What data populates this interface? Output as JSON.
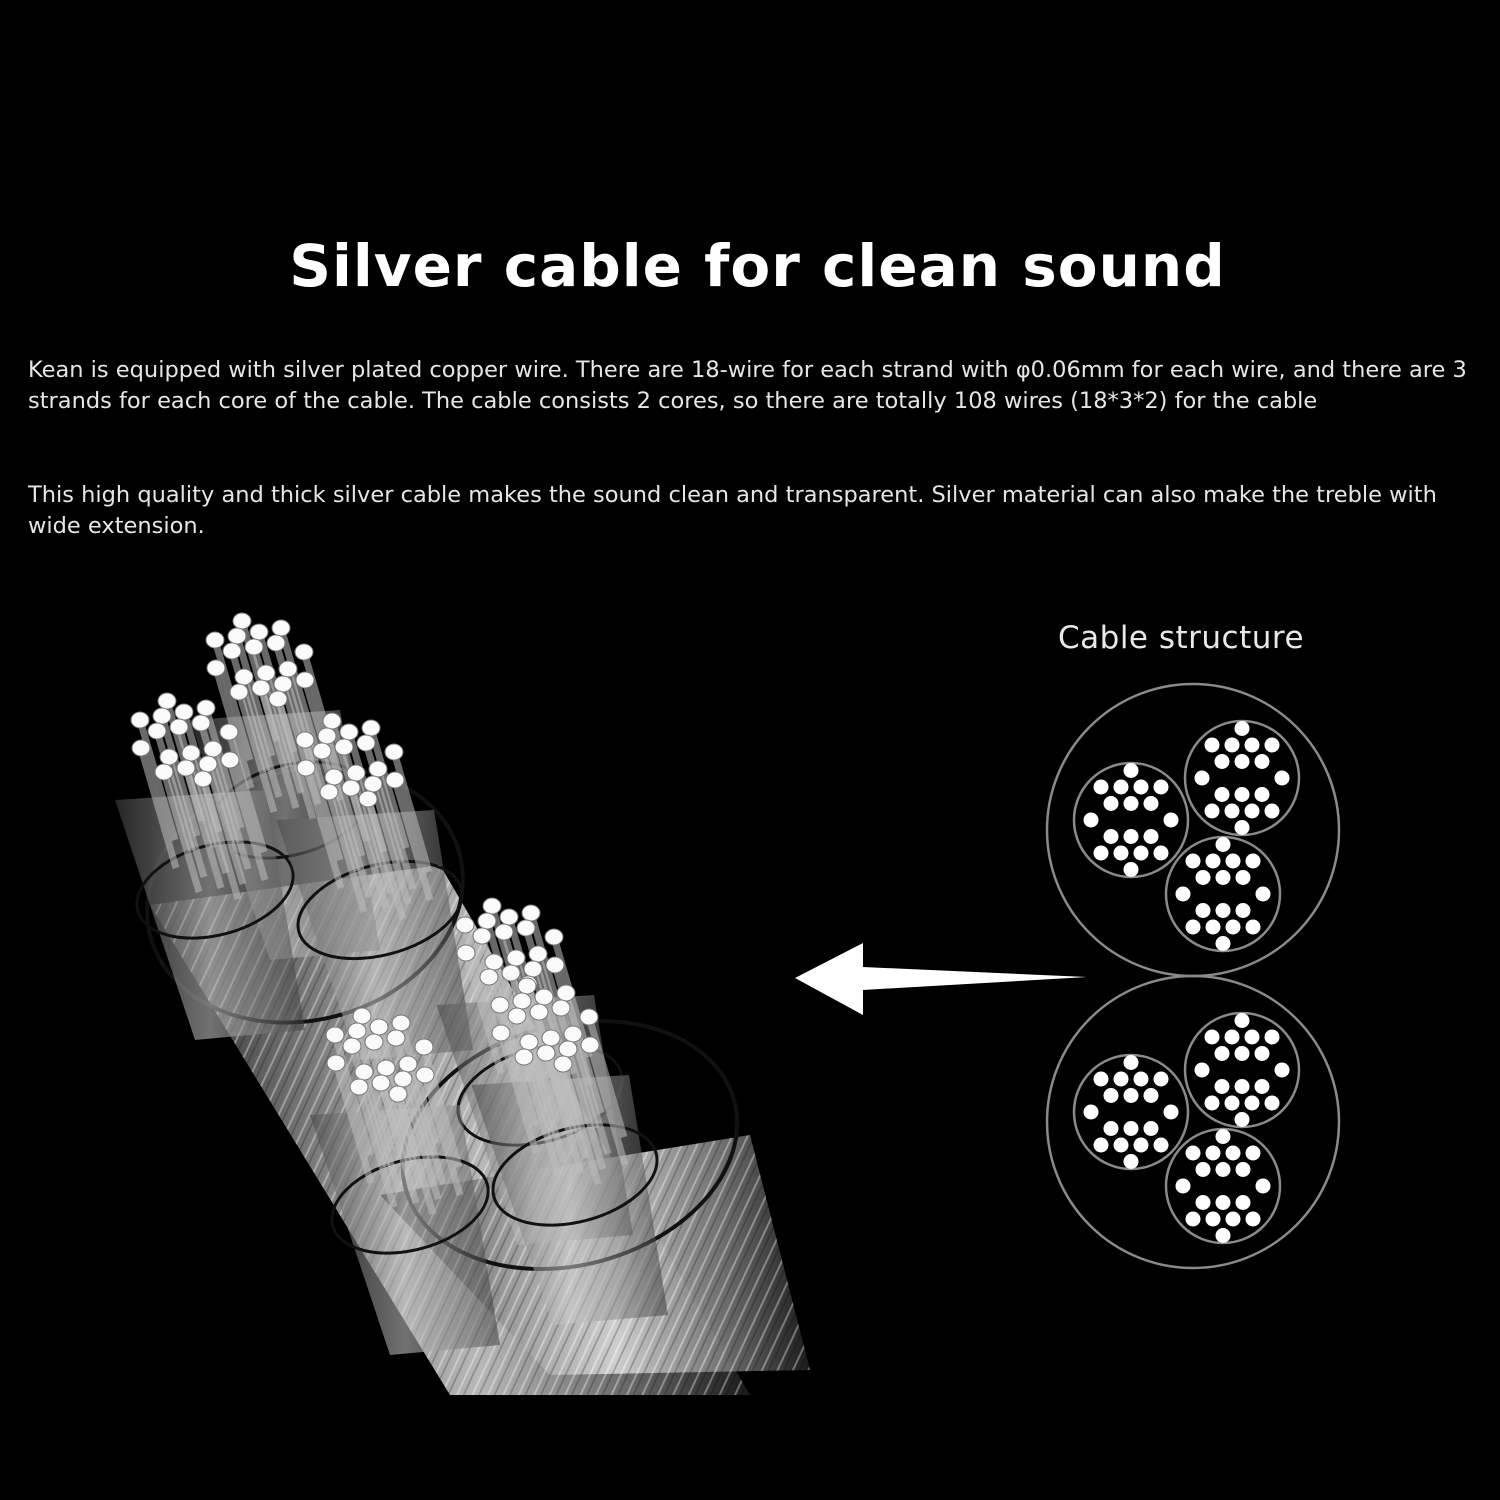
{
  "header": {
    "title": "Silver cable for clean sound"
  },
  "description": {
    "paragraph_1": "Kean is equipped with silver plated copper wire. There are 18-wire for each strand with φ0.06mm for each wire, and there are 3 strands for each core of the cable. The cable consists 2 cores, so there are totally 108 wires (18*3*2) for the cable",
    "paragraph_2": "This high quality and thick silver cable makes the sound clean and transparent. Silver material can also make the treble with wide extension."
  },
  "diagram": {
    "label": "Cable structure",
    "cores": 2,
    "strands_per_core": 3,
    "wires_per_strand": 18,
    "arrow_direction": "left",
    "colors": {
      "background": "#000000",
      "outline": "#8a8a8a",
      "wire": "#ffffff"
    }
  },
  "illustration": {
    "name": "3D cutaway of silver-plated cable with 2 cores and 6 strands"
  }
}
